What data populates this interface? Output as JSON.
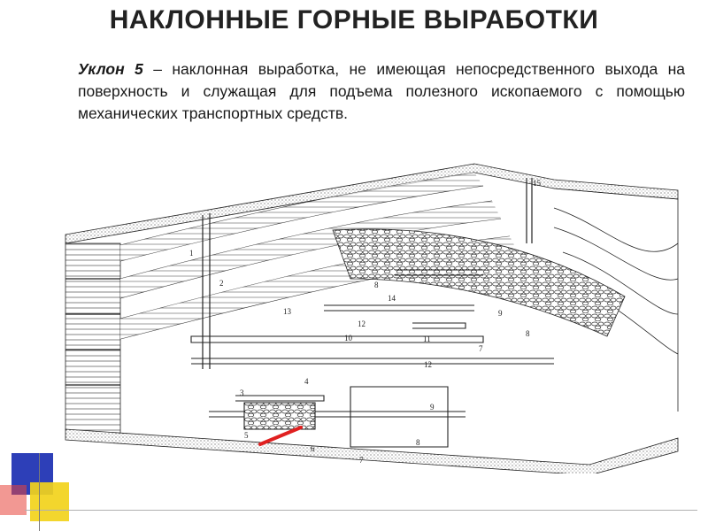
{
  "title": "НАКЛОННЫЕ ГОРНЫЕ ВЫРАБОТКИ",
  "definition": {
    "term": "Уклон 5",
    "text": " – наклонная выработка, не имеющая непосредственного выхода на поверхность и служащая для подъема полезного ископаемого с помощью механических транспортных средств."
  },
  "diagram": {
    "labels": [
      "1",
      "2",
      "3",
      "4",
      "5",
      "6",
      "7",
      "8",
      "9",
      "10",
      "11",
      "12",
      "13",
      "14",
      "15"
    ]
  },
  "colors": {
    "highlight": "#e02020",
    "deco_blue": "#2d3fb8",
    "deco_yellow": "#f2d21b",
    "deco_red": "#e8443a"
  }
}
